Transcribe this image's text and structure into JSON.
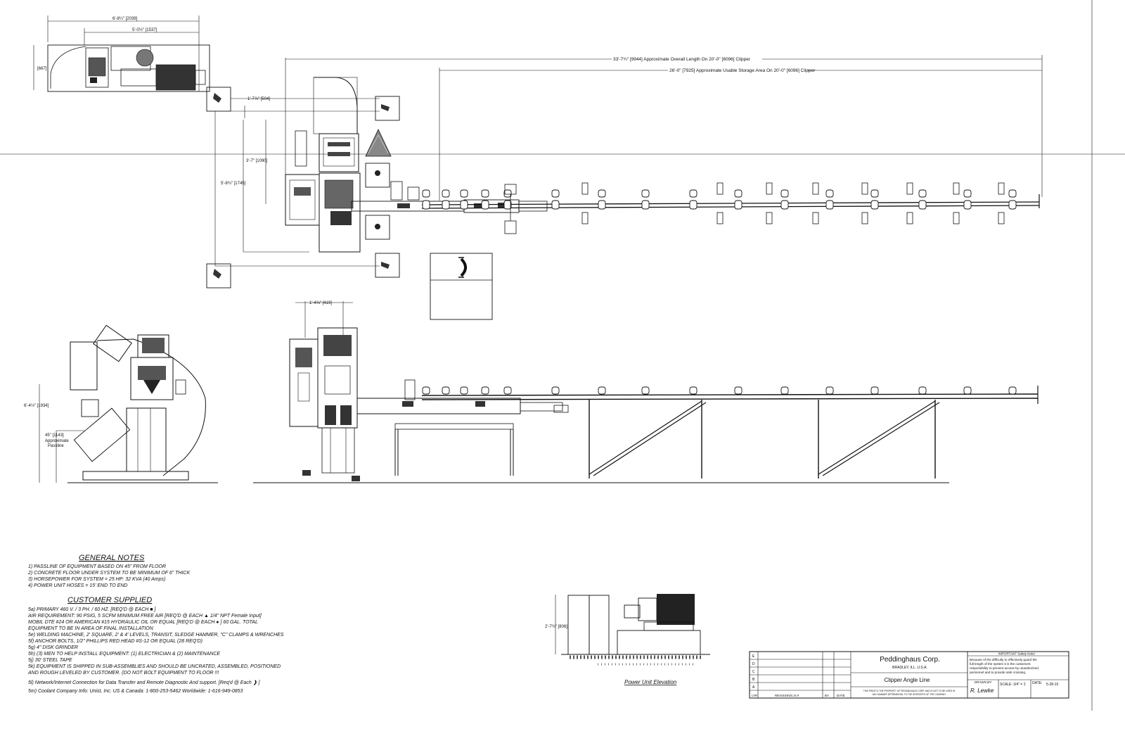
{
  "dimensions": {
    "power_unit_top": {
      "d1": "6'-8¼\" [2039]",
      "d2": "5'-0½\" [1537]",
      "d3": "[667]"
    },
    "overall_length": "33'-7¾\" [9944] Approximate Overall Length On 20'-0\" [6096] Clipper",
    "usable_storage": "26'-0\" [7925] Approximate Usable Storage Area On 20'-0\" [6096] Clipper",
    "d_504": "1'-7⅞\" [504]",
    "d_1090": "3'-7\" [1090]",
    "d_1745": "5'-8¾\" [1745]",
    "d_419": "1'-4⅝\" [419]",
    "d_1934": "6'-4½\" [1934]",
    "d_1143": "45\" [1143]",
    "approx_passline": [
      "Approximate",
      "Passline"
    ],
    "d_806": "2'-7¾\" [806]"
  },
  "power_unit_elevation": "Power Unit Elevation",
  "general_notes": {
    "heading": "GENERAL NOTES",
    "lines": [
      "1)  PASSLINE OF EQUIPMENT BASED ON 45\" FROM FLOOR",
      "2)  CONCRETE FLOOR UNDER SYSTEM TO BE MINIMUM OF 6\" THICK",
      "3)  HORSEPOWER FOR SYSTEM = 25 HP: 32 KVA (40 Amps)",
      "4)  POWER UNIT HOSES = 15' END TO END"
    ]
  },
  "customer_supplied": {
    "heading": "CUSTOMER SUPPLIED",
    "lines": [
      "5a)  PRIMARY 460 V. / 3 PH. / 60 HZ. [REQ'D @ EACH ■ ]",
      "        AIR REQUIREMENT: 90 PSIG, 5 SCFM MINIMUM FREE AIR [REQ'D @ EACH ▲ 1/4\" NPT Female Input]",
      "        MOBIL DTE #24 OR AMERICAN #15 HYDRAULIC OIL OR EQUAL [REQ'D @ EACH ● ] 60 GAL. TOTAL",
      "        EQUIPMENT TO BE IN AREA OF FINAL INSTALLATION",
      "5e)  WELDING MACHINE, 2' SQUARE, 2' & 4' LEVELS, TRANSIT, SLEDGE HAMMER, \"C\" CLAMPS & WRENCHES",
      "5f)  ANCHOR BOLTS, 1/2\" PHILLIPS RED HEAD #S-12 OR EQUAL (28 REQ'D)",
      "5g)  4\" DISK GRINDER",
      "5h)  (3) MEN TO HELP INSTALL EQUIPMENT: (1) ELECTRICIAN & (2) MAINTENANCE",
      "5j)  30' STEEL TAPE",
      "5k)  EQUIPMENT IS SHIPPED IN SUB-ASSEMBLIES AND SHOULD BE UNCRATED, ASSEMBLED, POSITIONED",
      "        AND ROUGH LEVELED BY CUSTOMER. (DO NOT BOLT EQUIPMENT TO FLOOR !!!"
    ],
    "network": "5l)  Network/Internet Connection for Data Transfer and Remote Diagnostic And support. [Req'd @ Each ❱ ]",
    "coolant": "5m)  Coolant Company Info: Unist, Inc. US & Canada: 1-800-253-5462   Worldwide: 1-616-949-0853"
  },
  "title_block": {
    "revisions": [
      "E",
      "D",
      "C",
      "B",
      "A"
    ],
    "col_ltr": "LTR",
    "col_rev": "REVISION/C.N.#",
    "col_by": "BY",
    "col_date": "DATE",
    "company": "Peddinghaus Corp.",
    "location": "BRADLEY, ILL. U.S.A.",
    "drawing_title": "Clipper Angle Line",
    "property": [
      "THIS PRINT IS THE PROPERTY OF PEDDINGHAUS CORP. AND IS NOT TO BE USED IN",
      "ANY MANNER DETRIMENTAL TO THE INTERESTS OF THE COMPANY"
    ],
    "safety_heading": "IMPORTANT Safety Note!",
    "safety_lines": [
      "Because of the difficulty to effectively guard the",
      "full length of the system it is the customers",
      "responsibility to prevent access by unauthorized",
      "personnel and to provide safe crossing."
    ],
    "drawn_by_label": "DRAWN BY:",
    "drawn_by": "R. Lewke",
    "scale_label": "SCALE: 3/4\" = 1'",
    "date_label": "DATE:",
    "date": "5-28-15"
  }
}
